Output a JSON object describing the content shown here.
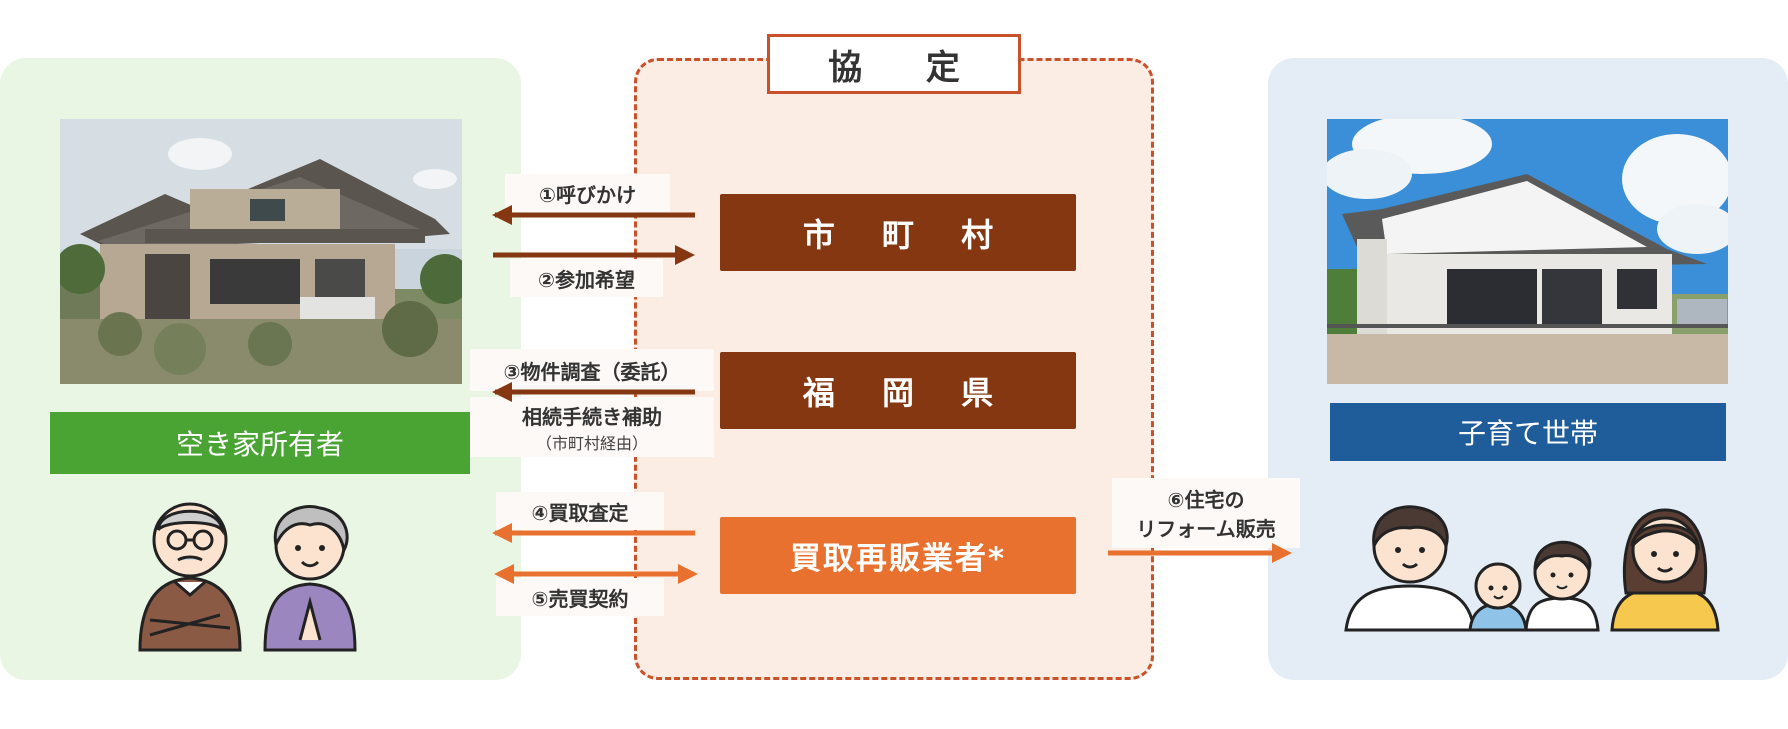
{
  "agreement": {
    "title": "協 定"
  },
  "actors": {
    "municipality": "市 町 村",
    "prefecture": "福 岡 県",
    "reseller": "買取再販業者*"
  },
  "roles": {
    "owner": "空き家所有者",
    "family": "子育て世帯"
  },
  "steps": {
    "s1": "①呼びかけ",
    "s2": "②参加希望",
    "s3": "③物件調査（委託）",
    "s3b": "相続手続き補助",
    "s3c": "（市町村経由）",
    "s4": "④買取査定",
    "s5": "⑤売買契約",
    "s6a": "⑥住宅の",
    "s6b": "リフォーム販売"
  },
  "colors": {
    "owner_panel": "#eaf6e4",
    "family_panel": "#e4ecf5",
    "agreement_panel": "#fbede4",
    "dark_brown": "#843711",
    "orange": "#e8712f",
    "green": "#4aa434",
    "blue": "#1f5c9a"
  },
  "icons": {
    "old_house": "old-house-photo",
    "renovated_house": "renovated-house-photo",
    "elderly_couple": "elderly-couple-illustration",
    "family": "family-illustration"
  }
}
